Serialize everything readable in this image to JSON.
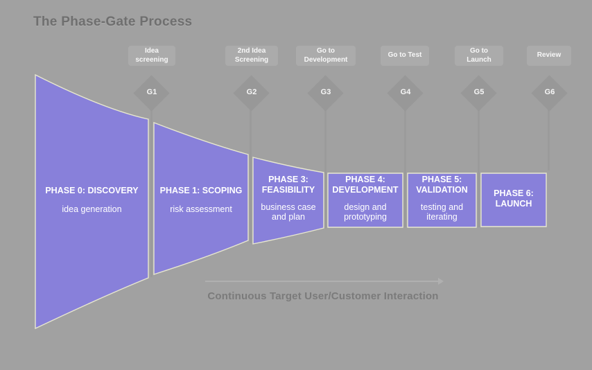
{
  "title": "The Phase-Gate Process",
  "gates": [
    {
      "id": "G1",
      "badge": "Idea screening"
    },
    {
      "id": "G2",
      "badge": "2nd Idea Screening"
    },
    {
      "id": "G3",
      "badge": "Go to Development"
    },
    {
      "id": "G4",
      "badge": "Go to Test"
    },
    {
      "id": "G5",
      "badge": "Go to Launch"
    },
    {
      "id": "G6",
      "badge": "Review"
    }
  ],
  "phases": [
    {
      "title": "PHASE 0: DISCOVERY",
      "subtitle": "idea generation"
    },
    {
      "title": "PHASE 1: SCOPING",
      "subtitle": "risk assessment"
    },
    {
      "title": "PHASE 3: FEASIBILITY",
      "subtitle": "business case and plan"
    },
    {
      "title": "PHASE 4: DEVELOPMENT",
      "subtitle": "design and prototyping"
    },
    {
      "title": "PHASE 5: VALIDATION",
      "subtitle": "testing and iterating"
    },
    {
      "title": "PHASE 6: LAUNCH",
      "subtitle": ""
    }
  ],
  "caption": "Continuous Target User/Customer Interaction",
  "colors": {
    "background": "#a1a1a1",
    "phase_fill": "#8880da",
    "phase_border": "#e8e8cf",
    "gate_diamond": "#989898",
    "gate_stem": "#9b9b9b",
    "badge_bg": "#ababab",
    "heading_text": "#6f6f6f",
    "caption_text": "#7b7b7b",
    "white_text": "#f7f7f7",
    "arrow": "#b0b0b0"
  }
}
